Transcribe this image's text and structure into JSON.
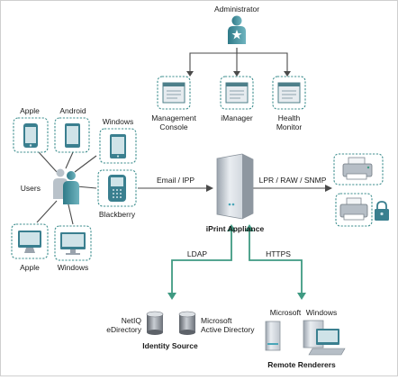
{
  "administrator": "Administrator",
  "admin_tools": {
    "management_console": [
      "Management",
      "Console"
    ],
    "imanager": "iManager",
    "health_monitor": [
      "Health",
      "Monitor"
    ]
  },
  "clients": {
    "apple_mobile": "Apple",
    "android": "Android",
    "windows_mobile": "Windows",
    "users": "Users",
    "blackberry": "Blackberry",
    "apple_desktop": "Apple",
    "windows_desktop": "Windows"
  },
  "appliance": {
    "name": "iPrint Appliance",
    "email_ipp": "Email / IPP",
    "printer_protocols": "LPR / RAW / SNMP",
    "ldap": "LDAP",
    "https": "HTTPS"
  },
  "identity_source": {
    "title": "Identity Source",
    "netiq": [
      "NetIQ",
      "eDirectory"
    ],
    "microsoft": [
      "Microsoft",
      "Active Directory"
    ]
  },
  "remote_renderers": {
    "title": "Remote Renderers",
    "microsoft": "Microsoft",
    "windows": "Windows"
  },
  "colors": {
    "teal": "#3f8f8f",
    "green_arrow": "#3f9a82",
    "line": "#4a4a4a"
  }
}
